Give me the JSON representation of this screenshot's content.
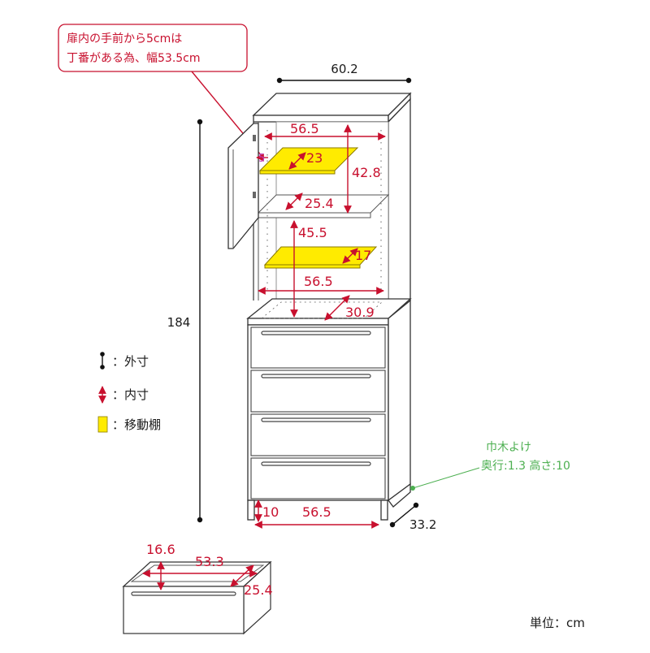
{
  "callout": {
    "line1": "扉内の手前から5cmは",
    "line2": "丁番がある為、幅53.5cm"
  },
  "dims": {
    "total_width": "60.2",
    "total_height": "184",
    "inner_width_top": "56.5",
    "hinge_offset": "5",
    "shelf_depth_upper": "23",
    "upper_height": "42.8",
    "inner_depth_upper": "25.4",
    "middle_height": "45.5",
    "shelf_depth_lower": "17",
    "inner_width_mid": "56.5",
    "inner_depth_mid": "30.9",
    "plinth_height": "10",
    "inner_width_bottom": "56.5",
    "total_depth": "33.2",
    "drawer_side": "16.6",
    "drawer_width": "53.3",
    "drawer_depth": "25.4"
  },
  "legend": {
    "outer": "：外寸",
    "inner": "：内寸",
    "movable_shelf": "：移動棚"
  },
  "baseboard": {
    "title": "巾木よけ",
    "detail": "奥行:1.3 高さ:10"
  },
  "unit_label": "単位：cm",
  "colors": {
    "inner_dimension": "#c8102e",
    "movable_shelf": "#ffeb00",
    "baseboard_note": "#4caf50",
    "outer_dimension": "#111111"
  }
}
